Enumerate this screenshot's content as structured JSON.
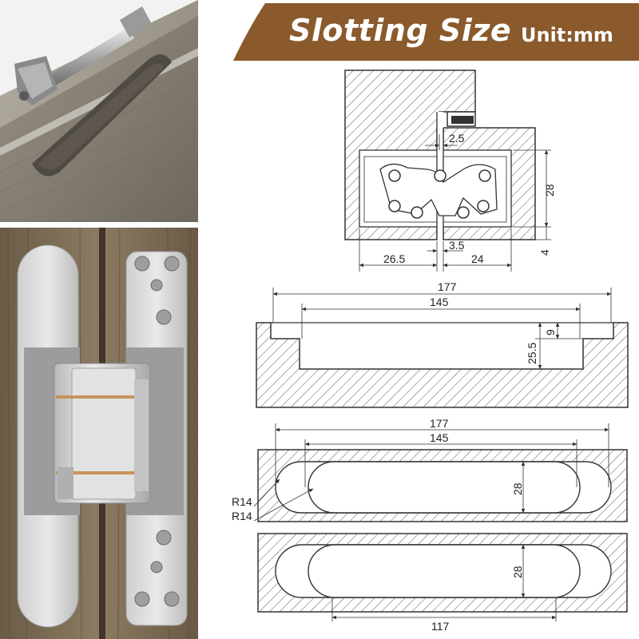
{
  "banner": {
    "title": "Slotting Size",
    "unit": "Unit:mm",
    "color": "#8a5a2c"
  },
  "photos": {
    "top": {
      "icon": "drill-bit-on-wood-icon"
    },
    "bottom": {
      "icon": "concealed-hinge-icon"
    }
  },
  "cross_section": {
    "gap": "2.5",
    "height": "28",
    "left_width": "26.5",
    "center_gap": "3.5",
    "right_width": "24",
    "bottom_offset": "4"
  },
  "side_profile": {
    "overall_length": "177",
    "inner_length": "145",
    "depth_total": "25.5",
    "depth_step": "9"
  },
  "top_view_1": {
    "overall_length": "177",
    "inner_length": "145",
    "width": "28",
    "outer_radius": "R14",
    "inner_radius": "R14"
  },
  "top_view_2": {
    "width": "28",
    "straight_length": "117"
  }
}
